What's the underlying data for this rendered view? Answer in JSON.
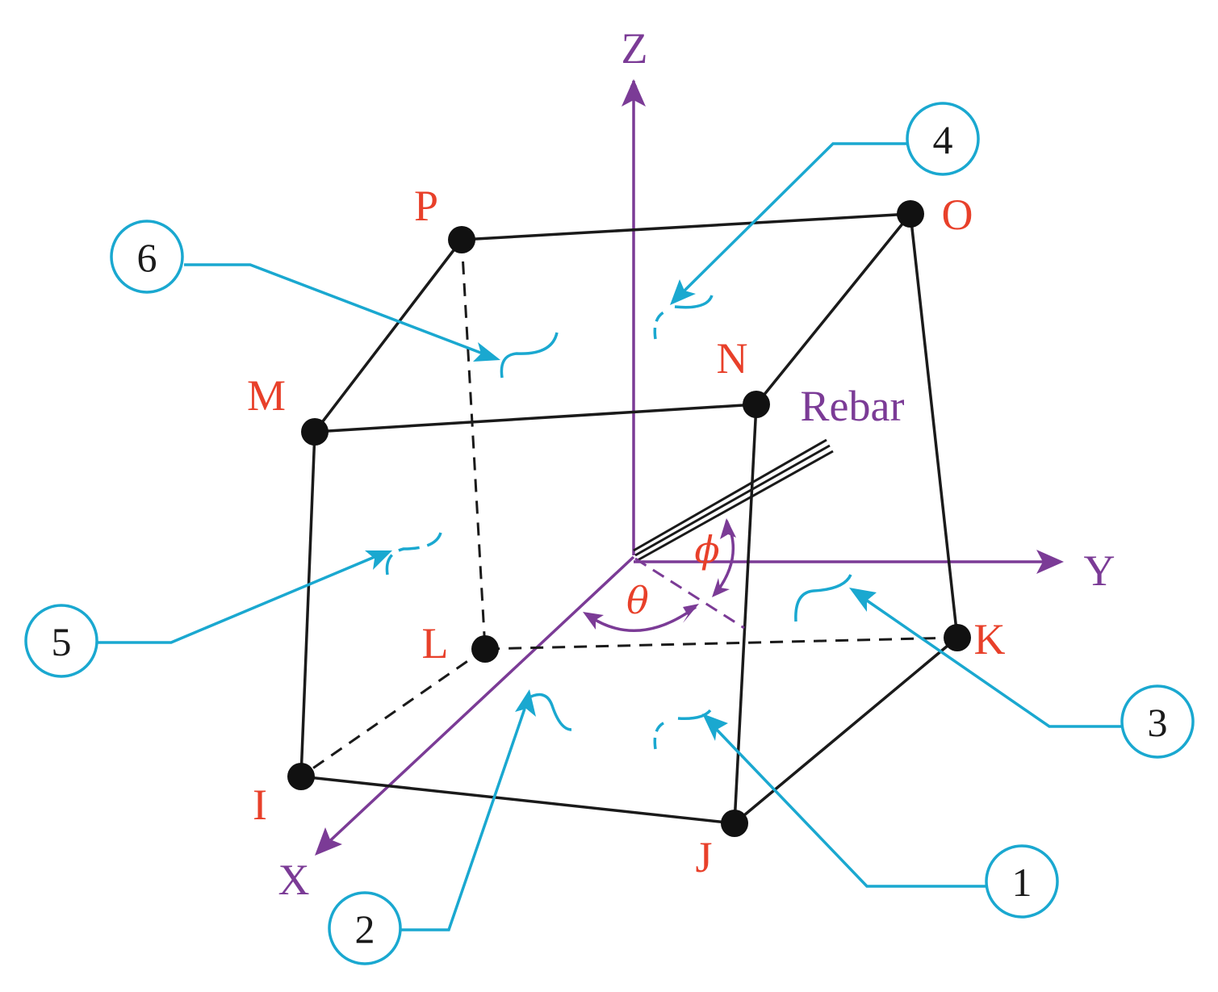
{
  "colors": {
    "node_label": "#e8402a",
    "axis": "#7b3b96",
    "callout": "#1aa8d0",
    "edge": "#1a1a1a"
  },
  "axes": {
    "z": "Z",
    "y": "Y",
    "x": "X"
  },
  "rebar": {
    "label": "Rebar",
    "phi": "ϕ",
    "theta": "θ"
  },
  "nodes": {
    "I": "I",
    "J": "J",
    "K": "K",
    "L": "L",
    "M": "M",
    "N": "N",
    "O": "O",
    "P": "P"
  },
  "faces": {
    "f1": "1",
    "f2": "2",
    "f3": "3",
    "f4": "4",
    "f5": "5",
    "f6": "6"
  }
}
